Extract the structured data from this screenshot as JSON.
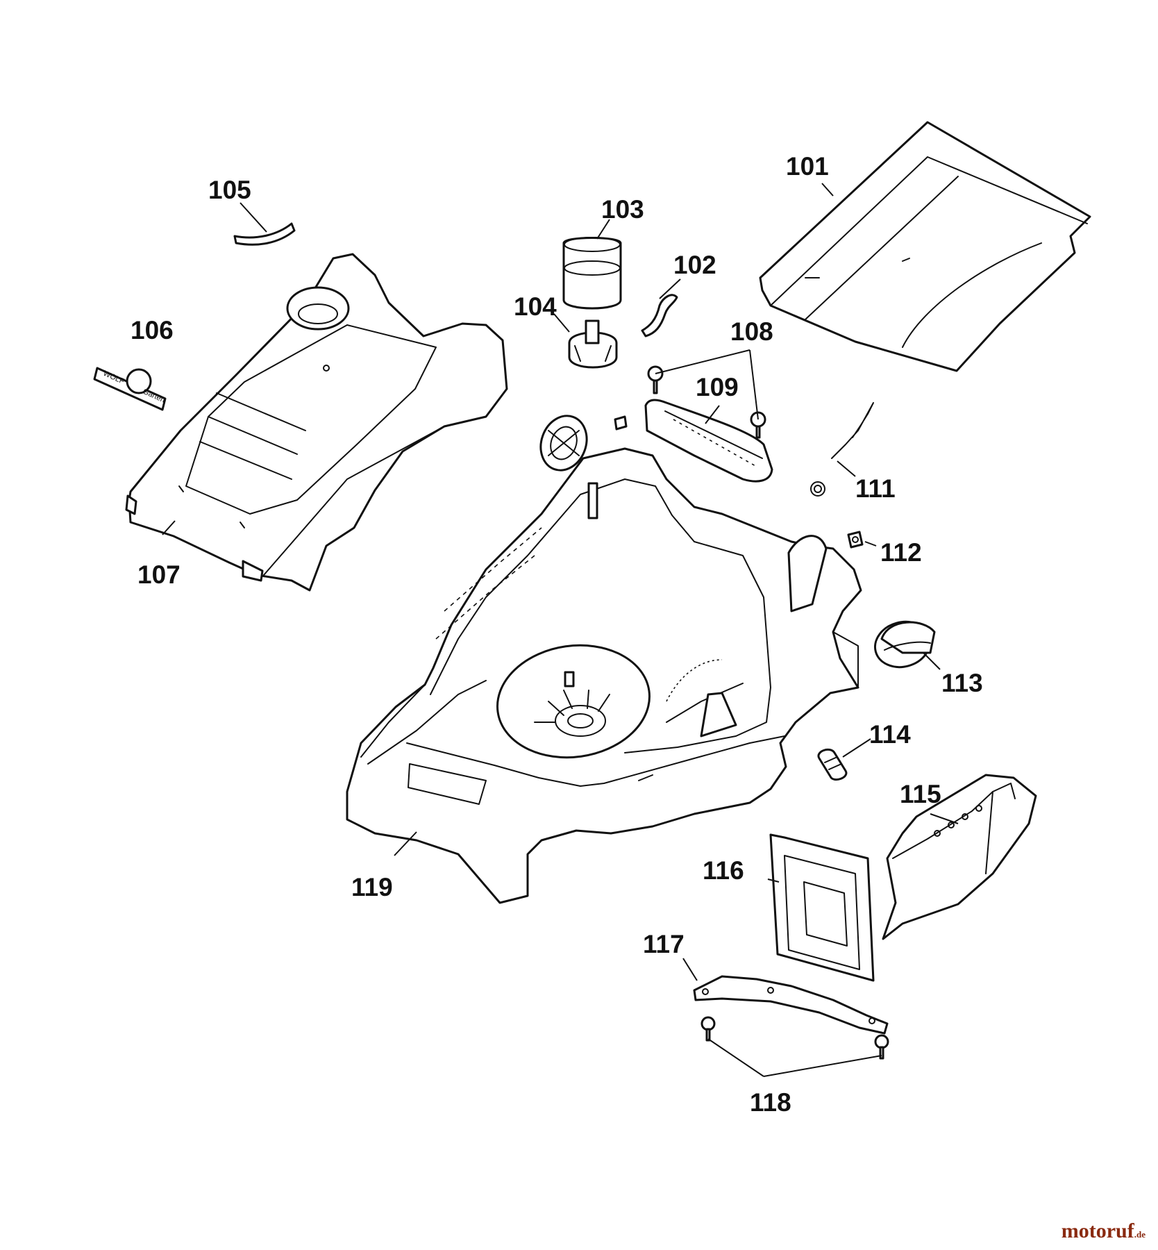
{
  "labels": {
    "p101": "101",
    "p102": "102",
    "p103": "103",
    "p104": "104",
    "p105": "105",
    "p106": "106",
    "p107": "107",
    "p108": "108",
    "p109": "109",
    "p111": "111",
    "p112": "112",
    "p113": "113",
    "p114": "114",
    "p115": "115",
    "p116": "116",
    "p117": "117",
    "p118": "118",
    "p119": "119"
  },
  "logo": {
    "left": "WOLF",
    "right": "Garten"
  },
  "watermark": {
    "brand": "motoruf",
    "tld": ".de"
  },
  "colors": {
    "line": "#111111",
    "background": "#ffffff",
    "watermark": "#8a2a10"
  }
}
